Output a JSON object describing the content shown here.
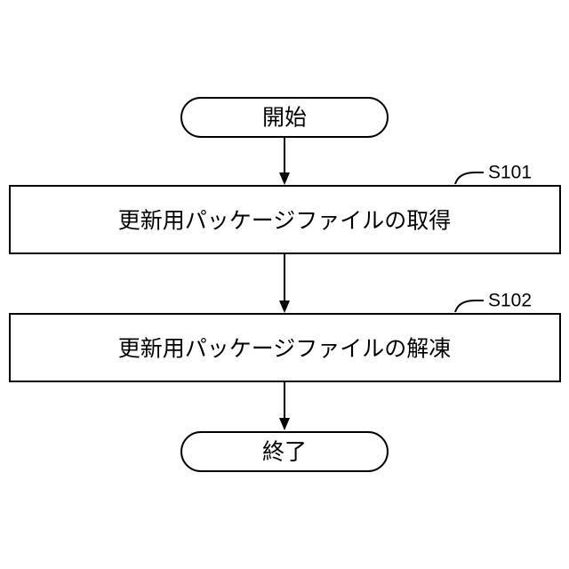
{
  "flowchart": {
    "start": {
      "label": "開始"
    },
    "steps": [
      {
        "id": "S101",
        "label": "更新用パッケージファイルの取得"
      },
      {
        "id": "S102",
        "label": "更新用パッケージファイルの解凍"
      }
    ],
    "end": {
      "label": "終了"
    }
  }
}
